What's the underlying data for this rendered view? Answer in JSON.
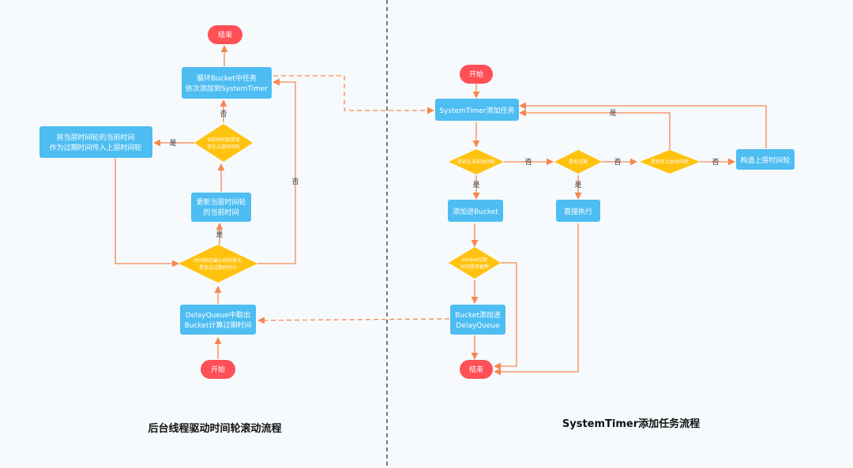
{
  "colors": {
    "background": "#f6fafd",
    "process": "#4dbdf2",
    "decision": "#ffc20e",
    "terminal": "#ff4f57",
    "arrow": "#f6874f",
    "divider": "#222222"
  },
  "left": {
    "caption": "后台线程驱动时间轮滚动流程",
    "start": "开始",
    "end": "结束",
    "delayqueue": [
      "DelayQueue中取出",
      "Bucket计算过期时间"
    ],
    "cond_min": [
      "时间轮的最小时间单元",
      "是否比过期时间小"
    ],
    "update": [
      "更新当层时间轮",
      "的当前时间"
    ],
    "cond_upper": [
      "当前时间轮是否",
      "存在上层时间轮"
    ],
    "set_upper": [
      "将当层时间轮的当前时间",
      "作为过期时间传入上层时间轮"
    ],
    "loop": [
      "循环Bucket中任务",
      "依次添加到SystemTimer"
    ],
    "yes": "是",
    "no": "否"
  },
  "right": {
    "caption": "SystemTimer添加任务流程",
    "start": "开始",
    "add_task": "SystemTimer添加任务",
    "cond_in_current": "是否在当前时间轮",
    "cond_expired": "是否过期",
    "cond_upper": "是否有上层时间轮",
    "build_upper": "构造上层时间轮",
    "add_bucket": "添加进Bucket",
    "execute": "直接执行",
    "cond_bucket": [
      "bucket过期",
      "时间是否更新"
    ],
    "bucket_to_dq": [
      "Bucket添加进",
      "DelayQueue"
    ],
    "end": "结束",
    "yes": "是",
    "no": "否"
  }
}
